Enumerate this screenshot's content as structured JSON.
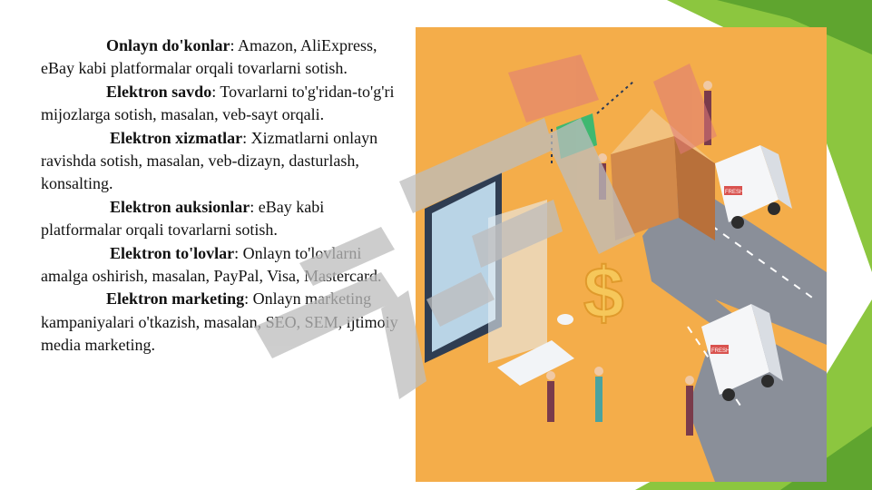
{
  "items": [
    {
      "term": "Onlayn do'konlar",
      "desc": ": Amazon, AliExpress, eBay kabi platformalar orqali tovarlarni sotish."
    },
    {
      "term": "Elektron savdo",
      "desc": ": Tovarlarni to'g'ridan-to'g'ri mijozlarga sotish, masalan, veb-sayt orqali."
    },
    {
      "term": "Elektron xizmatlar",
      "desc": ": Xizmatlarni onlayn ravishda sotish, masalan, veb-dizayn, dasturlash, konsalting."
    },
    {
      "term": "Elektron auksionlar",
      "desc": ": eBay kabi platformalar orqali tovarlarni sotish."
    },
    {
      "term": "Elektron to'lovlar",
      "desc": ": Onlayn to'lovlarni amalga oshirish, masalan, PayPal, Visa, Mastercard."
    },
    {
      "term": "Elektron marketing",
      "desc": ": Onlayn marketing kampaniyalari o'tkazish, masalan, SEO, SEM, ijtimoiy media marketing."
    }
  ],
  "illustration": {
    "truck_label_1": "FRESH",
    "truck_label_2": "FRESH",
    "dollar_glyph": "$"
  },
  "colors": {
    "accent_green": "#8cc63f",
    "accent_dark_green": "#5a9e2f",
    "picture_bg": "#f4ad4a",
    "watermark": "#c9c9c9"
  }
}
